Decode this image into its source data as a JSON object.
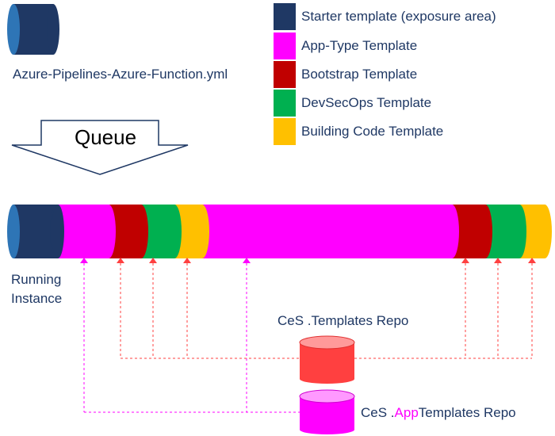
{
  "source_file": {
    "label": "Azure-Pipelines-Azure-Function.yml",
    "color": "#1f3864"
  },
  "legend": [
    {
      "label": "Starter template (exposure area)",
      "color": "#1f3864"
    },
    {
      "label": "App-Type Template",
      "color": "#ff00ff"
    },
    {
      "label": "Bootstrap Template",
      "color": "#c00000"
    },
    {
      "label": "DevSecOps Template",
      "color": "#00b050"
    },
    {
      "label": "Building Code Template",
      "color": "#ffc000"
    }
  ],
  "queue": {
    "label": "Queue"
  },
  "pipeline": {
    "caption": "Running Instance",
    "segments": [
      "starter",
      "app-type",
      "bootstrap",
      "devsecops",
      "building-code",
      "app-type",
      "bootstrap",
      "devsecops",
      "building-code"
    ]
  },
  "repos": {
    "templates": {
      "label": "CeS .Templates Repo",
      "color": "#ff4040"
    },
    "app_templates": {
      "label_prefix": "CeS .",
      "label_highlight": "App",
      "label_suffix": "Templates Repo",
      "color": "#ff00ff"
    }
  },
  "connector_colors": {
    "templates": "#ff4040",
    "app_templates": "#ff00ff"
  }
}
